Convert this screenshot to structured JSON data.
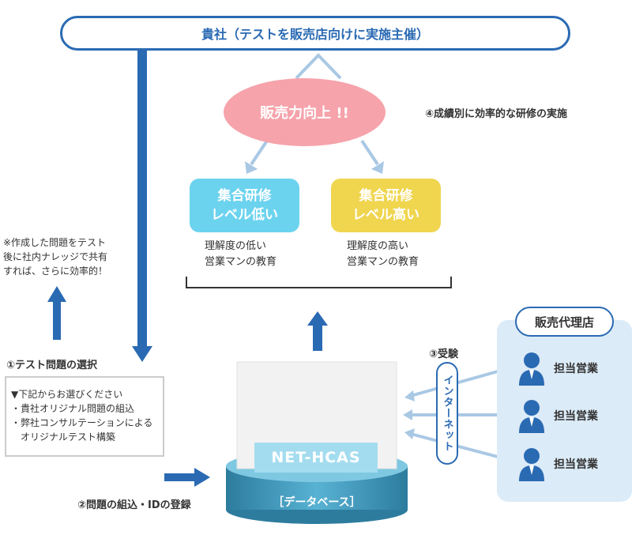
{
  "header": {
    "title": "貴社（テストを販売店向けに実施主催）"
  },
  "goal": {
    "label": "販売力向上 !!"
  },
  "step4": {
    "label": "④成績別に効率的な研修の実施"
  },
  "groups": [
    {
      "title_line1": "集合研修",
      "title_line2": "レベル低い",
      "desc_line1": "理解度の低い",
      "desc_line2": "営業マンの教育"
    },
    {
      "title_line1": "集合研修",
      "title_line2": "レベル高い",
      "desc_line1": "理解度の高い",
      "desc_line2": "営業マンの教育"
    }
  ],
  "note": {
    "line1": "※作成した問題をテスト",
    "line2": "後に社内ナレッジで共有",
    "line3": "すれば、さらに効率的！"
  },
  "step1": {
    "label": "①テスト問題の選択",
    "box_title": "▼下記からお選びください",
    "option1": "・貴社オリジナル問題の組込",
    "option2_line1": "・弊社コンサルテーションによる",
    "option2_line2": "オリジナルテスト構築"
  },
  "step2": {
    "label": "②問題の組込・IDの登録"
  },
  "database": {
    "name": "NET-HCAS",
    "label": "［データベース］"
  },
  "step3": {
    "label": "③受験"
  },
  "internet": {
    "label": "インターネット"
  },
  "agency": {
    "title": "販売代理店",
    "reps": [
      "担当営業",
      "担当営業",
      "担当営業"
    ]
  },
  "colors": {
    "primary": "#2a6ab3",
    "pink": "#f6a3ab",
    "cyan": "#6cd3ef",
    "yellow": "#f0d54f",
    "arrow_light": "#a9c8e4"
  }
}
